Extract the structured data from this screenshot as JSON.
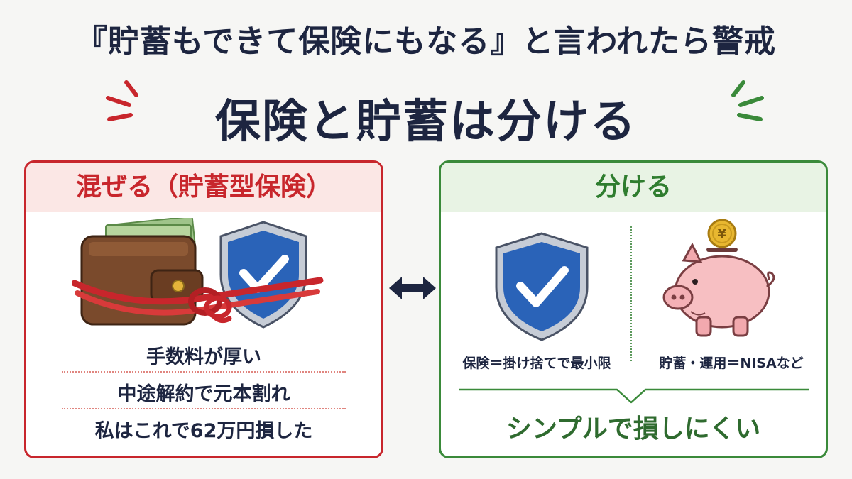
{
  "header": {
    "subtitle": "『貯蓄もできて保険にもなる』と言われたら警戒",
    "title": "保険と貯蓄は分ける"
  },
  "left_panel": {
    "heading": "混ぜる（貯蓄型保険）",
    "reasons": [
      "手数料が厚い",
      "中途解約で元本割れ",
      "私はこれで62万円損した"
    ]
  },
  "right_panel": {
    "heading": "分ける",
    "insurance_caption": "保険＝掛け捨てで最小限",
    "savings_caption": "貯蓄・運用＝NISAなど",
    "conclusion": "シンプルで損しにくい",
    "coin_symbol": "¥"
  },
  "colors": {
    "accent_red": "#c8262c",
    "accent_green": "#3a8a3a",
    "navy": "#1d2540",
    "shield_blue": "#2a63b8"
  },
  "icons": [
    "wallet-icon",
    "rope-icon",
    "shield-check-icon",
    "double-arrow-icon",
    "piggy-bank-icon",
    "yen-coin-icon"
  ]
}
